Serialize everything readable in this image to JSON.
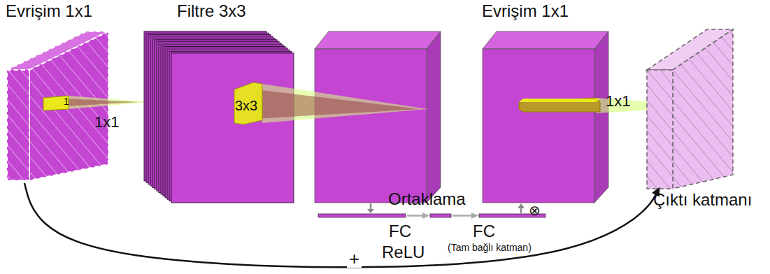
{
  "diagram": {
    "nodes": [
      {
        "text": [
          "Evrişim 1x1"
        ]
      },
      {
        "text": [
          "Filtre 3x3"
        ]
      },
      {
        "text": [
          "Evrişim 1x1"
        ]
      },
      {
        "text": [
          "Çıktı katmanı"
        ]
      }
    ],
    "edges": [
      {
        "from": 0,
        "to": 3,
        "arrow": "to",
        "label": "+"
      }
    ],
    "labels": [
      "1",
      "1x1",
      "3x3",
      "1x1",
      "Ortaklama",
      "⊗",
      "FC",
      "ReLU",
      "FC",
      "(Tam bağlı katman)"
    ]
  }
}
